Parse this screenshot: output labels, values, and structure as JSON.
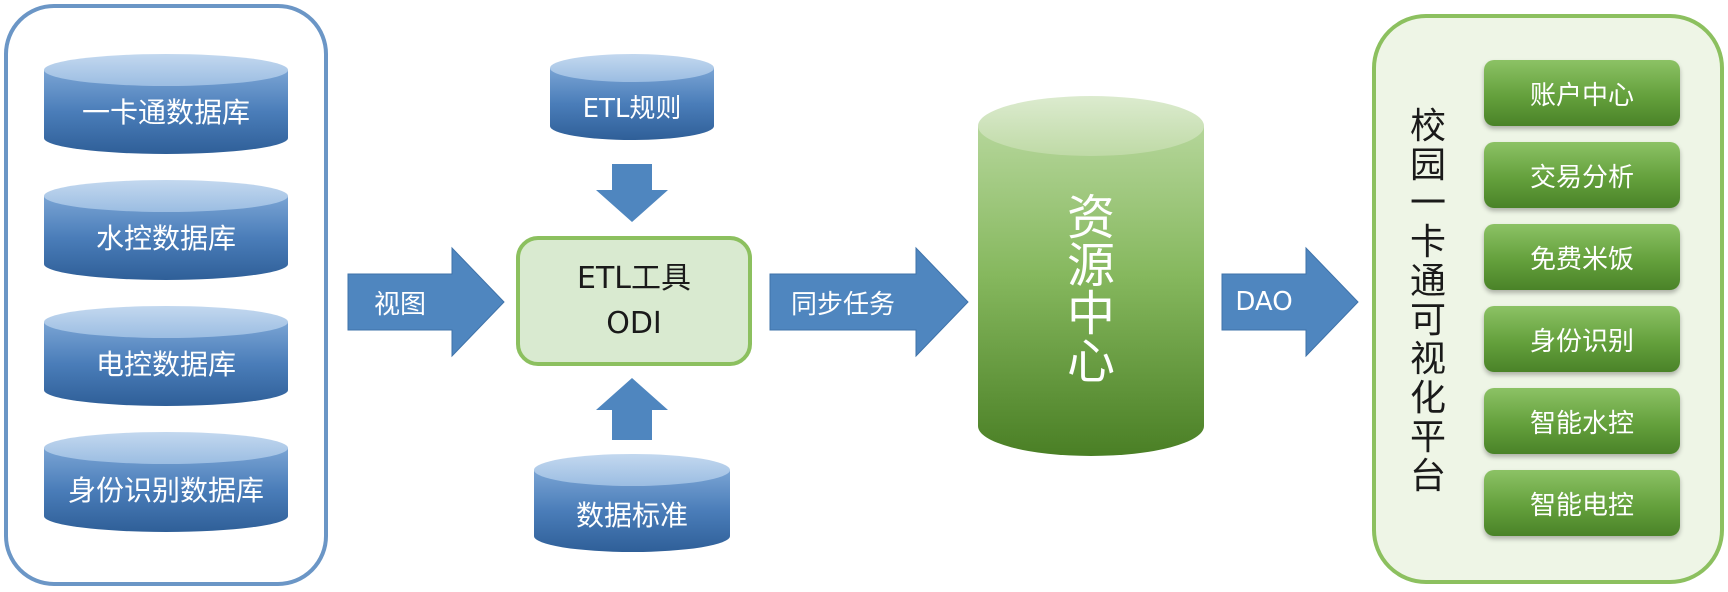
{
  "sources": {
    "items": [
      "一卡通数据库",
      "水控数据库",
      "电控数据库",
      "身份识别数据库"
    ]
  },
  "etl": {
    "rules": "ETL规则",
    "tool_line1": "ETL工具",
    "tool_line2": "ODI",
    "standards": "数据标准"
  },
  "arrows": {
    "view": "视图",
    "sync": "同步任务",
    "dao": "DAO"
  },
  "resource_center": {
    "chars": [
      "资",
      "源",
      "中",
      "心"
    ]
  },
  "platform": {
    "title_chars": [
      "校",
      "园",
      "一",
      "卡",
      "通",
      "可",
      "视",
      "化",
      "平",
      "台"
    ],
    "modules": [
      "账户中心",
      "交易分析",
      "免费米饭",
      "身份识别",
      "智能水控",
      "智能电控"
    ]
  },
  "colors": {
    "blue_accent": "#4f86bf",
    "green_accent": "#8cc05f",
    "green_panel_bg": "#eef5e6"
  }
}
